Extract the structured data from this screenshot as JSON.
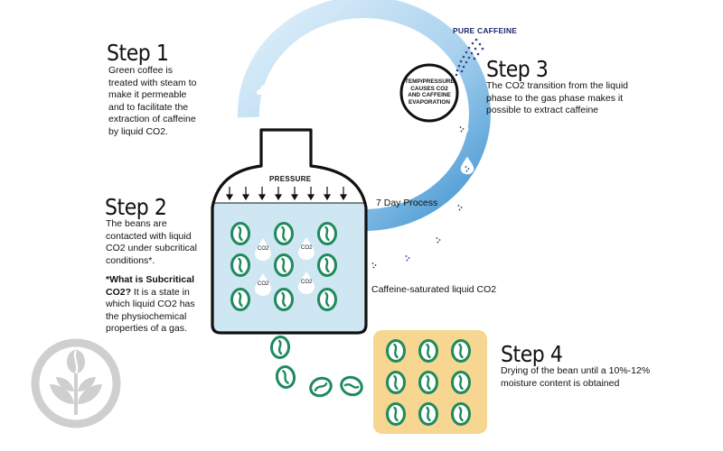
{
  "step1": {
    "title": "Step 1",
    "lines": [
      "Green coffee is",
      "treated with steam to",
      "make it permeable",
      "and to facilitate the",
      "extraction of caffeine",
      "by liquid CO2."
    ]
  },
  "step2": {
    "title": "Step 2",
    "lines": [
      "The beans are",
      "contacted with liquid",
      "CO2 under subcritical",
      "conditions*."
    ],
    "note_bold": [
      "*What is Subcritical",
      "CO2?"
    ],
    "note_lines": [
      " It is a state in",
      "which liquid CO2 has",
      "the physiochemical",
      "properties of a gas."
    ]
  },
  "step3": {
    "title": "Step 3",
    "lines": [
      "The CO2 transition from the liquid",
      "phase to the gas phase makes it",
      "possible to extract caffeine"
    ]
  },
  "step4": {
    "title": "Step 4",
    "lines": [
      "Drying of the bean until a 10%-12%",
      "moisture content is obtained"
    ]
  },
  "labels": {
    "pure_caffeine": "PURE CAFFEINE",
    "circle": [
      "TEMP/PRESSURE",
      "CAUSES CO2",
      "AND CAFFEINE",
      "EVAPORATION"
    ],
    "pressure": "PRESSURE",
    "process": "7 Day Process",
    "saturated": "Caffeine-saturated liquid CO2",
    "co2": "CO2"
  },
  "colors": {
    "bean": "#1f8a5c",
    "liquid": "#cfe6f3",
    "pipe_light": "#d6ebf7",
    "pipe_dark": "#5aa6d8",
    "tray": "#f6d690",
    "logo": "#cfcfcf",
    "caffeine": "#3b3f8f"
  },
  "icons": {
    "logo": "coffee-leaf-logo-icon",
    "bean": "coffee-bean-icon",
    "cloud": "cloud-icon",
    "droplet": "co2-droplet-icon"
  }
}
